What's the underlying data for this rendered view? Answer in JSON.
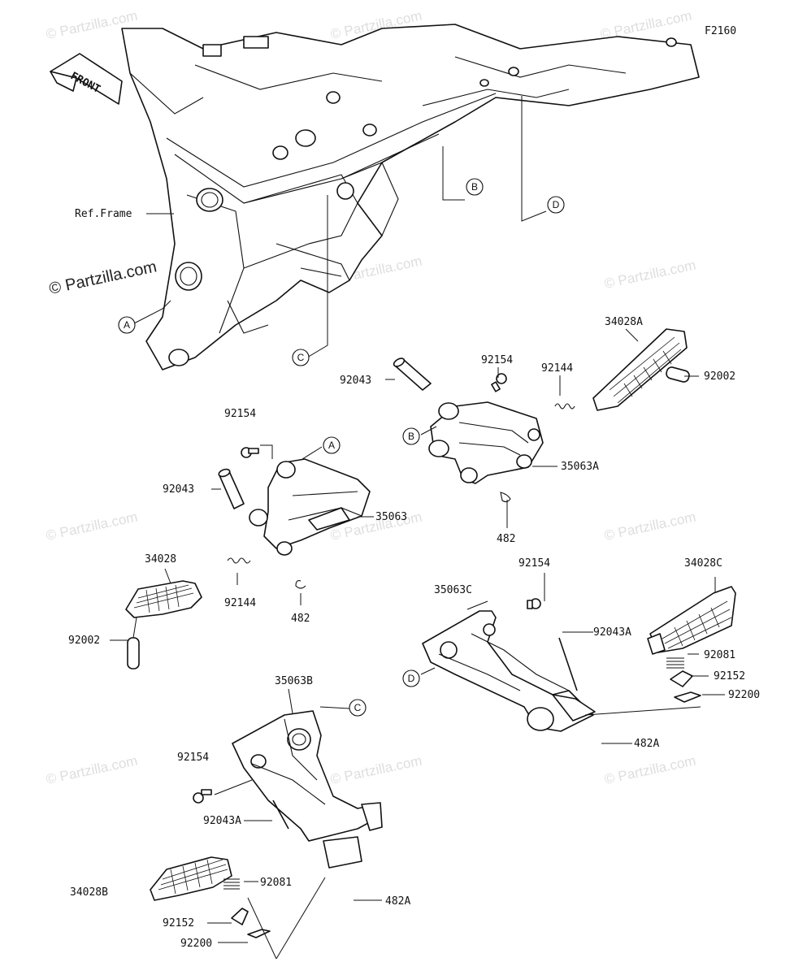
{
  "figure_code": "F2160",
  "copyright_main": "© Partzilla.com",
  "watermark": "© Partzilla.com",
  "front_label": "FRONT",
  "ref_frame_label": "Ref.Frame",
  "callouts": {
    "a": "A",
    "b": "B",
    "c": "C",
    "d": "D"
  },
  "parts": {
    "p92154_right": "92154",
    "p34028A": "34028A",
    "p92043_right": "92043",
    "p92144_right": "92144",
    "p92002_right": "92002",
    "p35063A": "35063A",
    "p482_right": "482",
    "p92154_left": "92154",
    "p92043_left": "92043",
    "p35063": "35063",
    "p34028": "34028",
    "p92144_left": "92144",
    "p482_left": "482",
    "p92002_left": "92002",
    "p35063C": "35063C",
    "p92154_rear_right": "92154",
    "p34028C": "34028C",
    "p92043A_right": "92043A",
    "p92081_right": "92081",
    "p92152_right": "92152",
    "p92200_right": "92200",
    "p482A_right": "482A",
    "p35063B": "35063B",
    "p92154_rear_left": "92154",
    "p92043A_left": "92043A",
    "p34028B": "34028B",
    "p92081_left": "92081",
    "p482A_left": "482A",
    "p92152_left": "92152",
    "p92200_left": "92200"
  }
}
